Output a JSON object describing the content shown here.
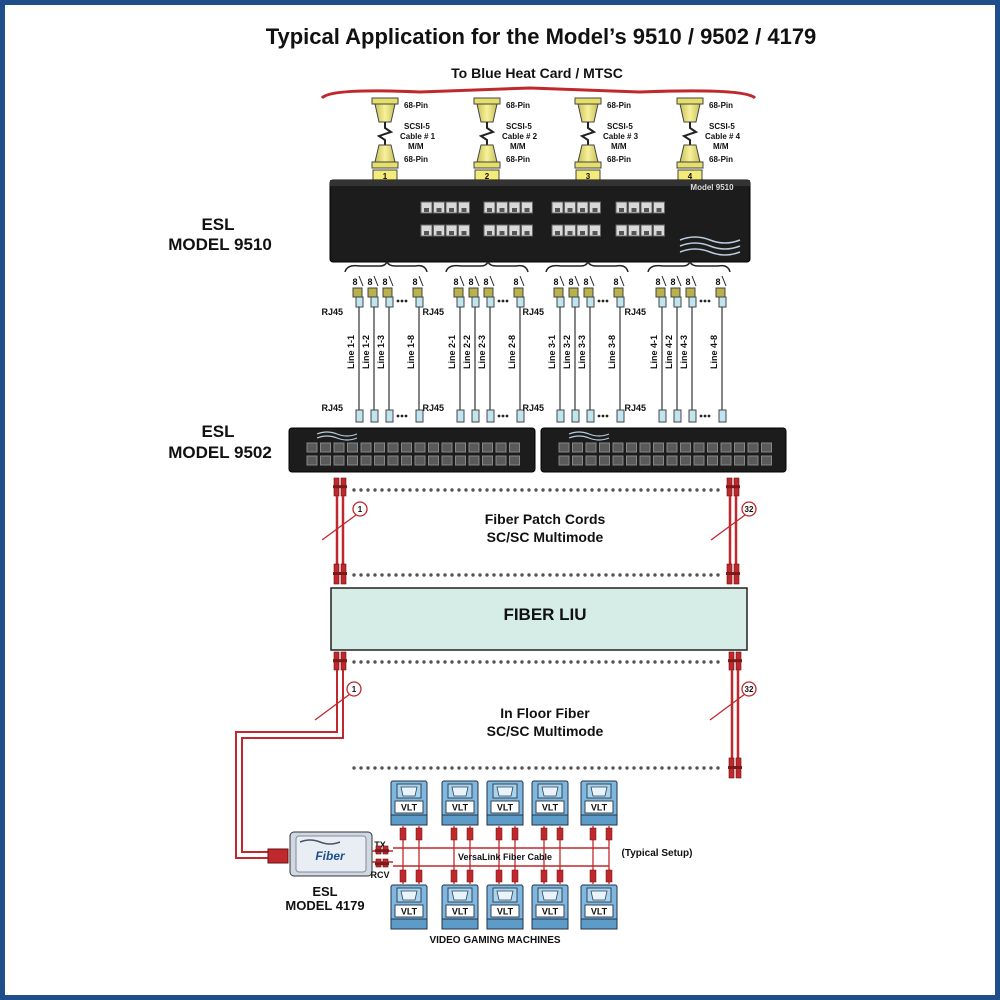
{
  "title": "Typical Application for the Model’s 9510 / 9502 / 4179",
  "top_label": "To Blue Heat Card / MTSC",
  "scsi_cables": [
    {
      "top_pin": "68-Pin",
      "name": "SCSI-5",
      "cable": "Cable # 1",
      "mm": "M/M",
      "bottom_pin": "68-Pin",
      "tag": "1"
    },
    {
      "top_pin": "68-Pin",
      "name": "SCSI-5",
      "cable": "Cable # 2",
      "mm": "M/M",
      "bottom_pin": "68-Pin",
      "tag": "2"
    },
    {
      "top_pin": "68-Pin",
      "name": "SCSI-5",
      "cable": "Cable # 3",
      "mm": "M/M",
      "bottom_pin": "68-Pin",
      "tag": "3"
    },
    {
      "top_pin": "68-Pin",
      "name": "SCSI-5",
      "cable": "Cable # 4",
      "mm": "M/M",
      "bottom_pin": "68-Pin",
      "tag": "4"
    }
  ],
  "model_9510": {
    "l1": "ESL",
    "l2": "MODEL 9510",
    "panel_text": "Model 9510"
  },
  "model_9502": {
    "l1": "ESL",
    "l2": "MODEL 9502"
  },
  "model_4179": {
    "l1": "ESL",
    "l2": "MODEL 4179",
    "device_text": "Fiber",
    "tx": "TX",
    "rcv": "RCV"
  },
  "rj45": "RJ45",
  "pin_count": "8",
  "line_groups": [
    [
      "Line 1-1",
      "Line 1-2",
      "Line 1-3",
      "Line 1-8"
    ],
    [
      "Line 2-1",
      "Line 2-2",
      "Line 2-3",
      "Line 2-8"
    ],
    [
      "Line 3-1",
      "Line 3-2",
      "Line 3-3",
      "Line 3-8"
    ],
    [
      "Line 4-1",
      "Line 4-2",
      "Line 4-3",
      "Line 4-8"
    ]
  ],
  "patch": {
    "l1": "Fiber Patch Cords",
    "l2": "SC/SC Multimode",
    "first": "1",
    "last": "32"
  },
  "liu": "FIBER LIU",
  "floor": {
    "l1": "In Floor Fiber",
    "l2": "SC/SC Multimode",
    "first": "1",
    "last": "32"
  },
  "vlt_label": "VLT",
  "versalink": "VersaLink Fiber Cable",
  "typical": "(Typical Setup)",
  "machines": "VIDEO GAMING MACHINES",
  "colors": {
    "border": "#1f4e8c",
    "fiber": "#c0282d",
    "liu": "#d6ece6",
    "vlt": "#7fb7e0",
    "scsi": "#f3ec7a"
  }
}
